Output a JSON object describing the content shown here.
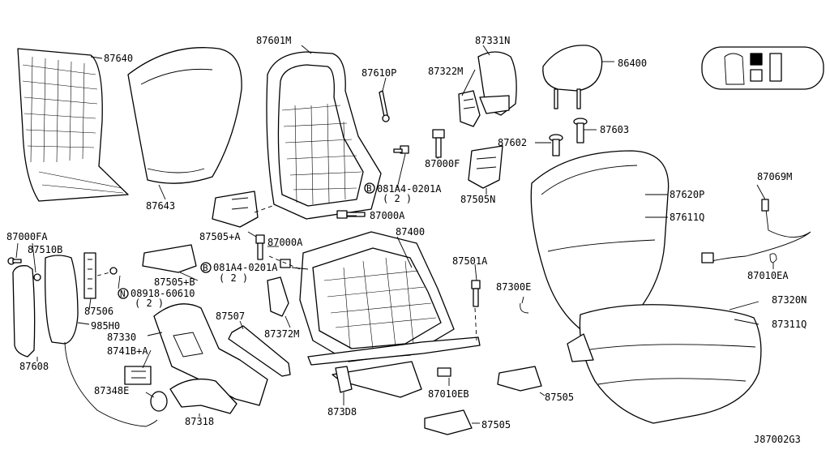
{
  "diagram_code": "J87002G3",
  "callouts": {
    "p87640": "87640",
    "p87643": "87643",
    "p87601M": "87601M",
    "p87610P": "87610P",
    "p87331N": "87331N",
    "p87322M": "87322M",
    "p86400": "86400",
    "p87603": "87603",
    "p87602": "87602",
    "p87000F": "87000F",
    "p87505N": "87505N",
    "p081A4_top": "081A4-0201A",
    "p081A4_top_qty": "( 2 )",
    "p87000A_top": "87000A",
    "p87000A_mid": "87000A",
    "p87505A": "87505+A",
    "p87505B": "87505+B",
    "p081A4_mid": "081A4-0201A",
    "p081A4_mid_qty": "( 2 )",
    "p08918": "08918-60610",
    "p08918_qty": "( 2 )",
    "p87000FA": "87000FA",
    "p87510B": "87510B",
    "p87506": "87506",
    "p985H0": "985H0",
    "p87608": "87608",
    "p87330": "87330",
    "p87418A": "8741B+A",
    "p87348E": "87348E",
    "p87318": "87318",
    "p87507": "87507",
    "p87372M": "87372M",
    "p87400": "87400",
    "p87308": "873D8",
    "p87501A": "87501A",
    "p87010EB": "87010EB",
    "p87300E": "87300E",
    "p87505_a": "87505",
    "p87505_b": "87505",
    "p87620P": "87620P",
    "p87611Q": "87611Q",
    "p87069M": "87069M",
    "p87010EA": "87010EA",
    "p87320N": "87320N",
    "p87311Q": "87311Q"
  },
  "symbols": {
    "bolt_B": "B",
    "nut_N": "N"
  }
}
